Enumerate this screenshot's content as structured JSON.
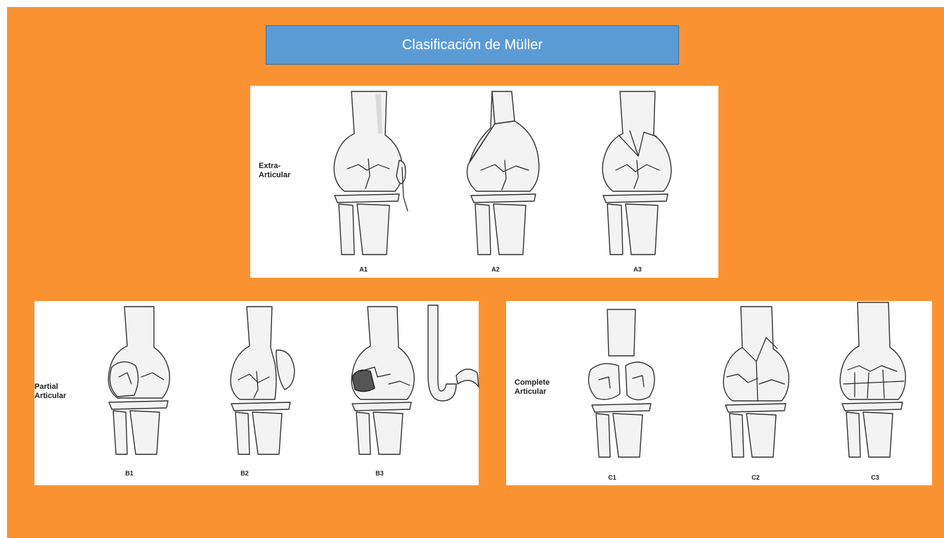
{
  "title": "Clasificación de Müller",
  "groups": {
    "a": {
      "label": "Extra-\nArticular",
      "figures": [
        "A1",
        "A2",
        "A3"
      ]
    },
    "b": {
      "label": "Partial\nArticular",
      "figures": [
        "B1",
        "B2",
        "B3"
      ]
    },
    "c": {
      "label": "Complete\nArticular",
      "figures": [
        "C1",
        "C2",
        "C3"
      ]
    }
  },
  "colors": {
    "background": "#FA9231",
    "title_bar": "#5B9BD5",
    "title_text": "#FFFFFF",
    "panel": "#FFFFFF"
  }
}
